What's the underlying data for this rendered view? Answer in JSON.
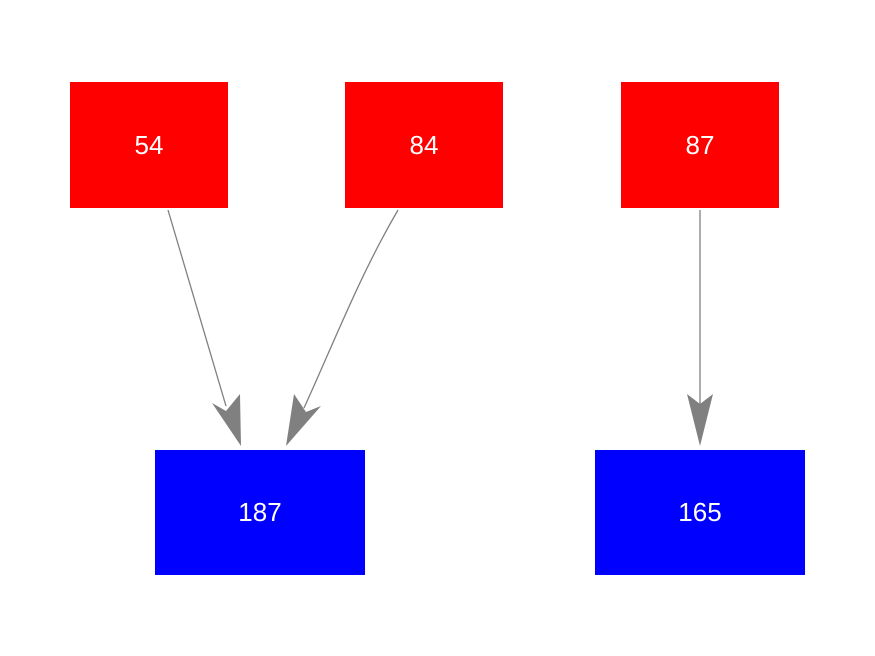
{
  "colors": {
    "source_fill": "#ff0000",
    "target_fill": "#0000ff",
    "text": "#ffffff",
    "edge": "#808080"
  },
  "nodes": {
    "n54": {
      "label": "54"
    },
    "n84": {
      "label": "84"
    },
    "n87": {
      "label": "87"
    },
    "n187": {
      "label": "187"
    },
    "n165": {
      "label": "165"
    }
  },
  "edges": [
    {
      "from": "54",
      "to": "187"
    },
    {
      "from": "84",
      "to": "187"
    },
    {
      "from": "87",
      "to": "165"
    }
  ]
}
